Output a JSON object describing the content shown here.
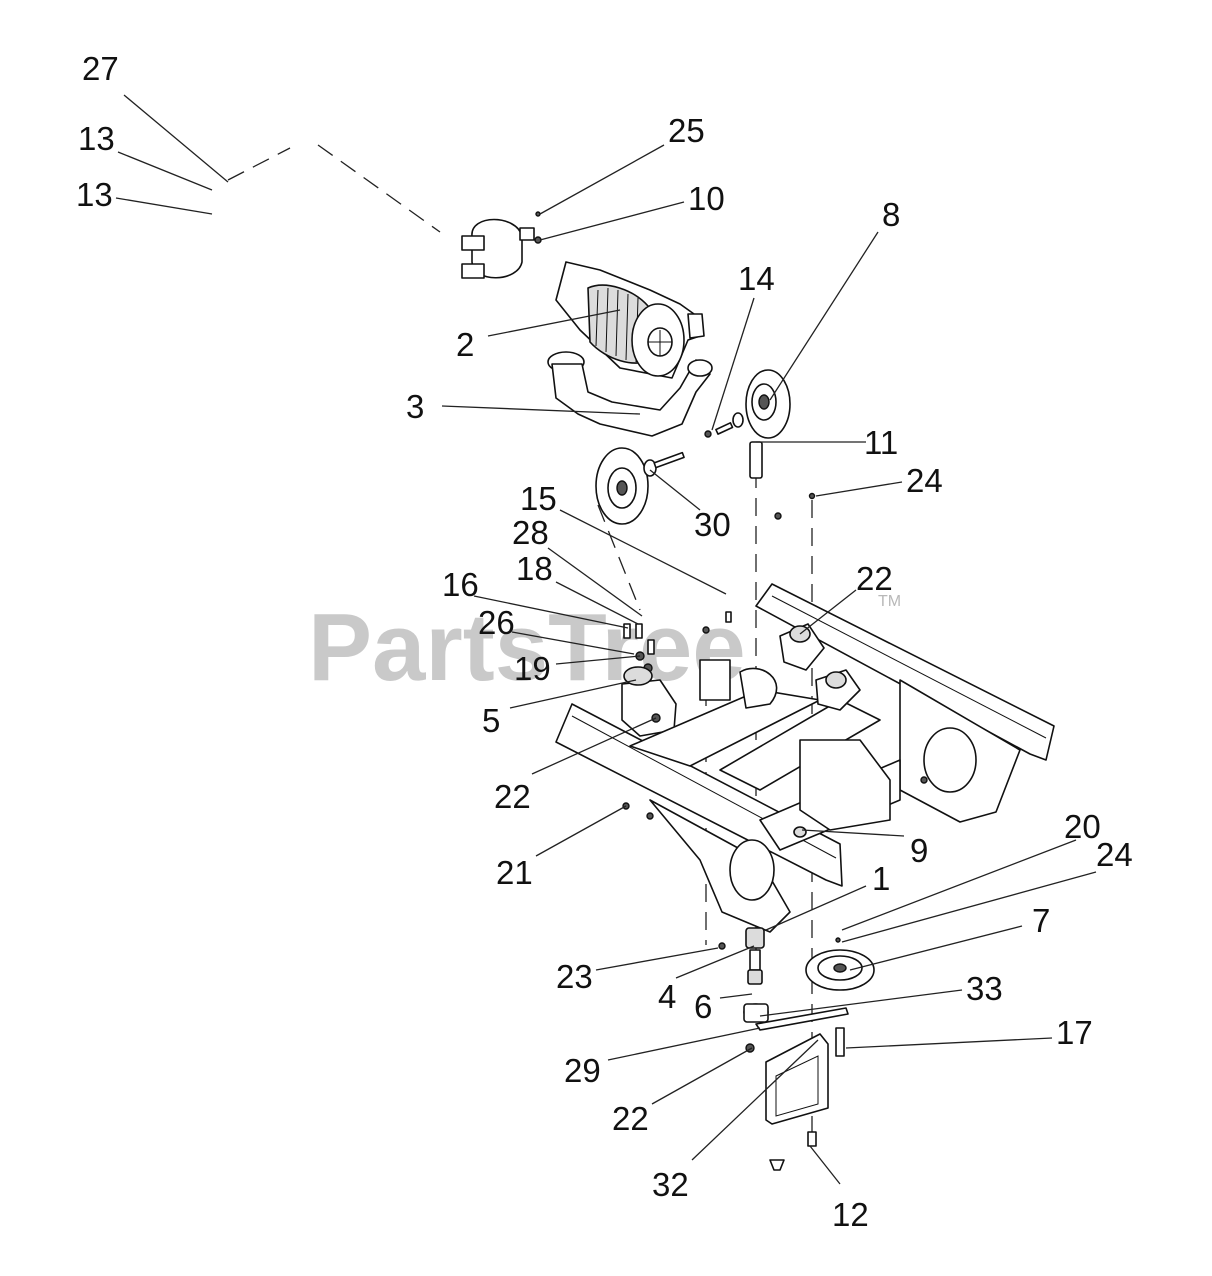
{
  "watermark": {
    "text": "PartsTree",
    "tm": "TM"
  },
  "callouts": [
    "27",
    "13",
    "13",
    "25",
    "10",
    "8",
    "14",
    "2",
    "3",
    "11",
    "24",
    "30",
    "15",
    "28",
    "22",
    "18",
    "16",
    "26",
    "19",
    "5",
    "22",
    "21",
    "9",
    "20",
    "24",
    "1",
    "7",
    "23",
    "4",
    "6",
    "33",
    "17",
    "29",
    "22",
    "32",
    "12"
  ]
}
